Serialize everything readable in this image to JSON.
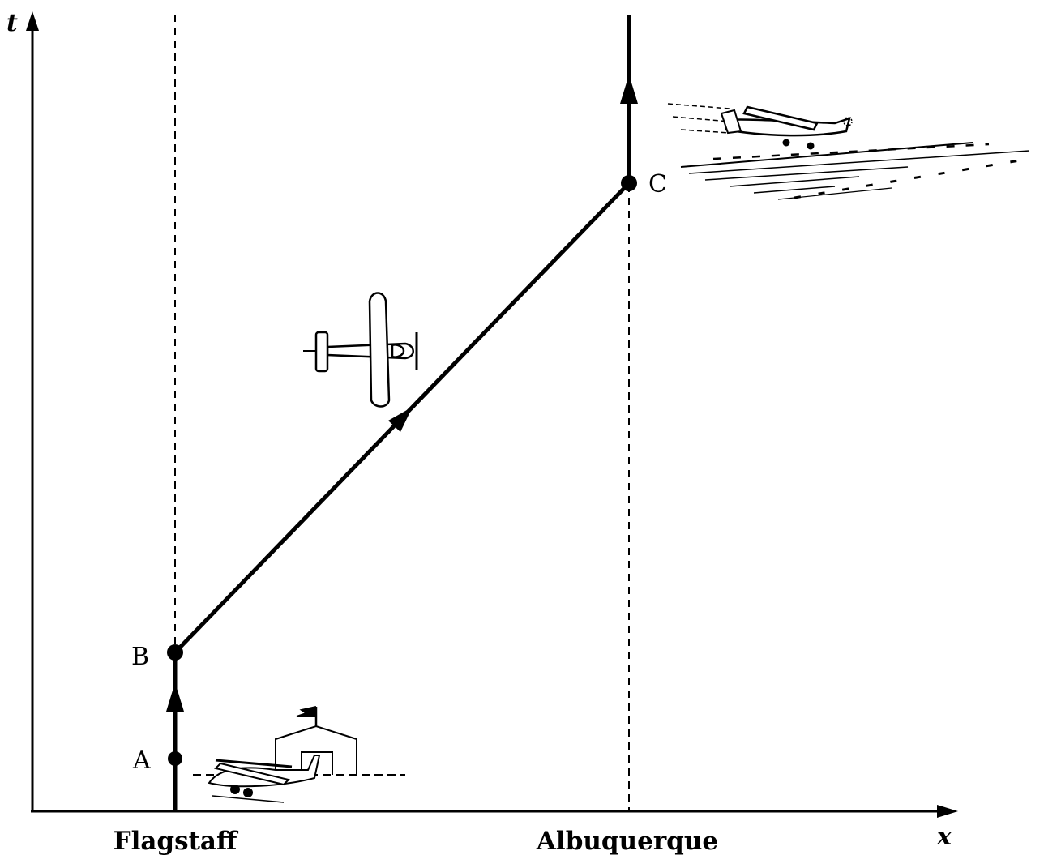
{
  "axes": {
    "x_label": "x",
    "y_label": "t"
  },
  "locations": [
    {
      "id": "flagstaff",
      "label": "Flagstaff"
    },
    {
      "id": "albuquerque",
      "label": "Albuquerque"
    }
  ],
  "events": [
    {
      "id": "A",
      "label": "A"
    },
    {
      "id": "B",
      "label": "B"
    },
    {
      "id": "C",
      "label": "C"
    }
  ],
  "colors": {
    "ink": "#000000",
    "background": "#ffffff"
  },
  "icons": [
    "parked-plane-hangar-icon",
    "flying-plane-icon",
    "landing-plane-runway-icon"
  ]
}
